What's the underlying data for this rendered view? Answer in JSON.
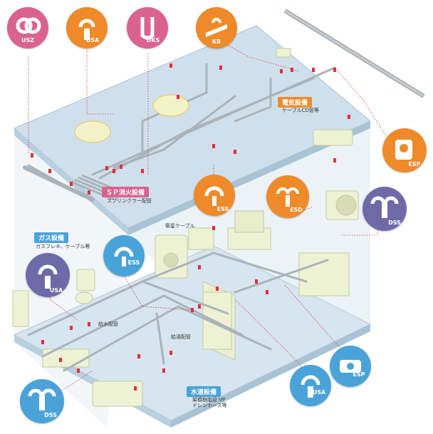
{
  "colors": {
    "pink": "#d9628f",
    "orange": "#ee8a2a",
    "purple": "#6e6aa8",
    "blue": "#4aa3d8",
    "floor": "#d9e7f0",
    "wall": "#c6dbe8",
    "pipe": "#b9c2c8",
    "clip": "#e0303a",
    "fixture": "#eef2c8"
  },
  "badges": {
    "electric": {
      "title": "電気設備",
      "sub": "ケーブルCD管等"
    },
    "sprinkler": {
      "title": "ＳＰ消火設備",
      "sub": "スプリンクラー配管"
    },
    "gas": {
      "title": "ガス設備",
      "sub": "ガスフレキ、ケーブル等"
    },
    "water": {
      "title": "水道設備",
      "sub": "架橋樹脂管 VP\nドレンホース等"
    }
  },
  "captions": {
    "tv_cable": "衛星ケーブル",
    "water_supply": "給水配管",
    "hot_water": "給湯配管"
  },
  "products": [
    {
      "code": "USZ",
      "color": "pink",
      "icon": "usz-clip-icon"
    },
    {
      "code": "USA",
      "color": "orange",
      "icon": "usa-clip-icon"
    },
    {
      "code": "DKS",
      "color": "pink",
      "icon": "dks-clip-icon"
    },
    {
      "code": "KB",
      "color": "orange",
      "icon": "kb-clip-icon"
    },
    {
      "code": "ESP",
      "color": "orange",
      "icon": "esp-clip-icon"
    },
    {
      "code": "ESS",
      "color": "orange",
      "icon": "ess-hook-icon"
    },
    {
      "code": "ESD",
      "color": "orange",
      "icon": "esd-clip-icon"
    },
    {
      "code": "DSS",
      "color": "purple",
      "icon": "dss-clip-icon"
    },
    {
      "code": "ESS",
      "color": "blue",
      "icon": "ess-hook-icon"
    },
    {
      "code": "USA",
      "color": "purple",
      "icon": "usa-clip-icon"
    },
    {
      "code": "ESP",
      "color": "blue",
      "icon": "esp-clip-icon"
    },
    {
      "code": "USA",
      "color": "blue",
      "icon": "usa-clip-icon"
    },
    {
      "code": "DSS",
      "color": "blue",
      "icon": "dss-clip-icon"
    }
  ]
}
